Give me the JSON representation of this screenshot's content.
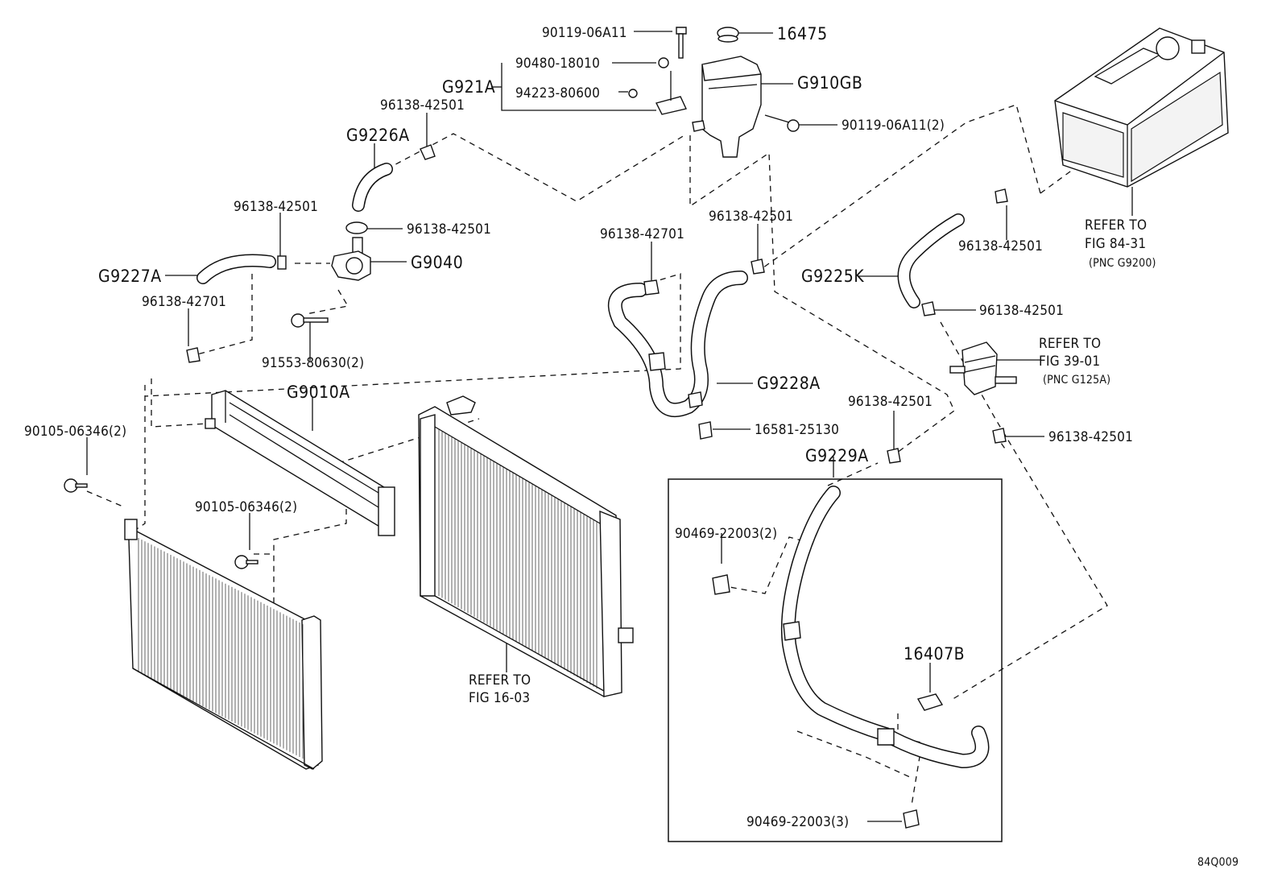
{
  "diagram_code": "84Q009",
  "labels": {
    "l_90119_06A11": "90119-06A11",
    "l_16475": "16475",
    "l_90480_18010": "90480-18010",
    "l_G921A": "G921A",
    "l_94223_80600": "94223-80600",
    "l_G910GB": "G910GB",
    "l_90119_06A11_2": "90119-06A11(2)",
    "l_96138_42501_a": "96138-42501",
    "l_G9226A": "G9226A",
    "l_96138_42501_b": "96138-42501",
    "l_96138_42501_c": "96138-42501",
    "l_G9040": "G9040",
    "l_G9227A": "G9227A",
    "l_96138_42701_a": "96138-42701",
    "l_91553_80630_2": "91553-80630(2)",
    "l_96138_42701_b": "96138-42701",
    "l_96138_42501_d": "96138-42501",
    "l_G9225K": "G9225K",
    "l_96138_42501_e": "96138-42501",
    "l_96138_42501_f": "96138-42501",
    "l_refer_84": "REFER TO",
    "l_fig_84": "FIG 84-31",
    "l_pnc_84": "(PNC G9200)",
    "l_refer_39": "REFER TO",
    "l_fig_39": "FIG 39-01",
    "l_pnc_39": "(PNC G125A)",
    "l_96138_42501_g": "96138-42501",
    "l_G9228A": "G9228A",
    "l_16581_25130": "16581-25130",
    "l_96138_42501_h": "96138-42501",
    "l_G9229A": "G9229A",
    "l_G9010A": "G9010A",
    "l_90105_06346_2a": "90105-06346(2)",
    "l_90105_06346_2b": "90105-06346(2)",
    "l_90469_22003_2": "90469-22003(2)",
    "l_16407B": "16407B",
    "l_90469_22003_3": "90469-22003(3)",
    "l_refer_16": "REFER TO",
    "l_fig_16": "FIG 16-03"
  }
}
